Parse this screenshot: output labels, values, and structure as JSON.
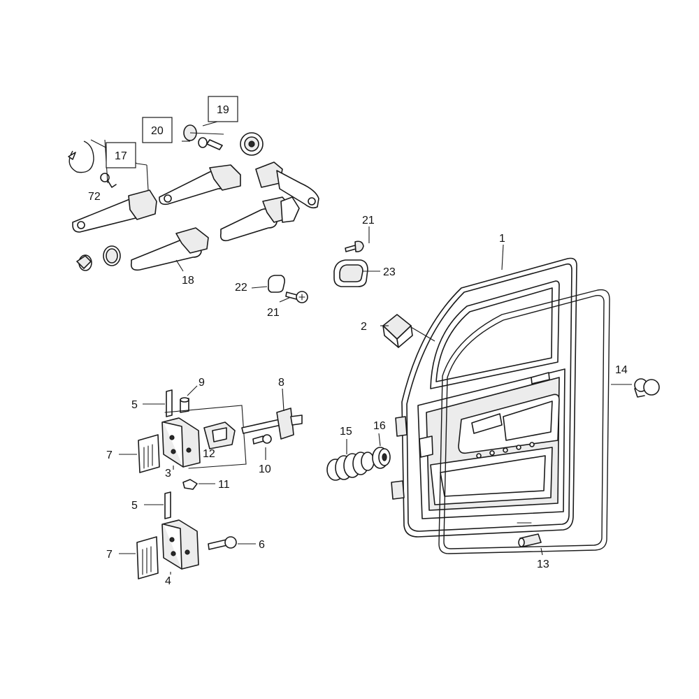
{
  "labels": {
    "l1": "1",
    "l2": "2",
    "l3": "3",
    "l4": "4",
    "l5a": "5",
    "l5b": "5",
    "l6": "6",
    "l7a": "7",
    "l7b": "7",
    "l8": "8",
    "l9": "9",
    "l10": "10",
    "l11": "11",
    "l12": "12",
    "l13": "13",
    "l14": "14",
    "l15": "15",
    "l16": "16",
    "l17": "17",
    "l18": "18",
    "l19": "19",
    "l20": "20",
    "l21a": "21",
    "l21b": "21",
    "l22": "22",
    "l23": "23",
    "l72": "72"
  }
}
